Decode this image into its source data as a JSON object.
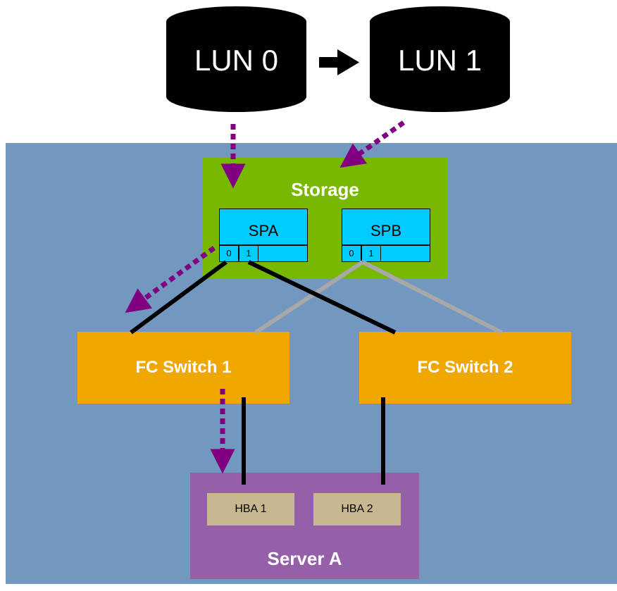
{
  "luns": [
    {
      "label": "LUN 0"
    },
    {
      "label": "LUN 1"
    }
  ],
  "storage": {
    "label": "Storage",
    "processors": [
      {
        "label": "SPA",
        "ports": [
          "0",
          "1"
        ]
      },
      {
        "label": "SPB",
        "ports": [
          "0",
          "1"
        ]
      }
    ]
  },
  "switches": [
    {
      "label": "FC Switch 1"
    },
    {
      "label": "FC Switch 2"
    }
  ],
  "server": {
    "label": "Server A",
    "hbas": [
      {
        "label": "HBA 1"
      },
      {
        "label": "HBA 2"
      }
    ]
  },
  "colors": {
    "background_panel": "#7398c0",
    "storage": "#76b900",
    "storage_processor": "#00ccff",
    "fc_switch": "#f0a800",
    "server": "#9560a8",
    "hba": "#c8b890",
    "active_path": "#000000",
    "standby_path": "#a8a8a8",
    "io_flow_arrow": "#800080"
  }
}
